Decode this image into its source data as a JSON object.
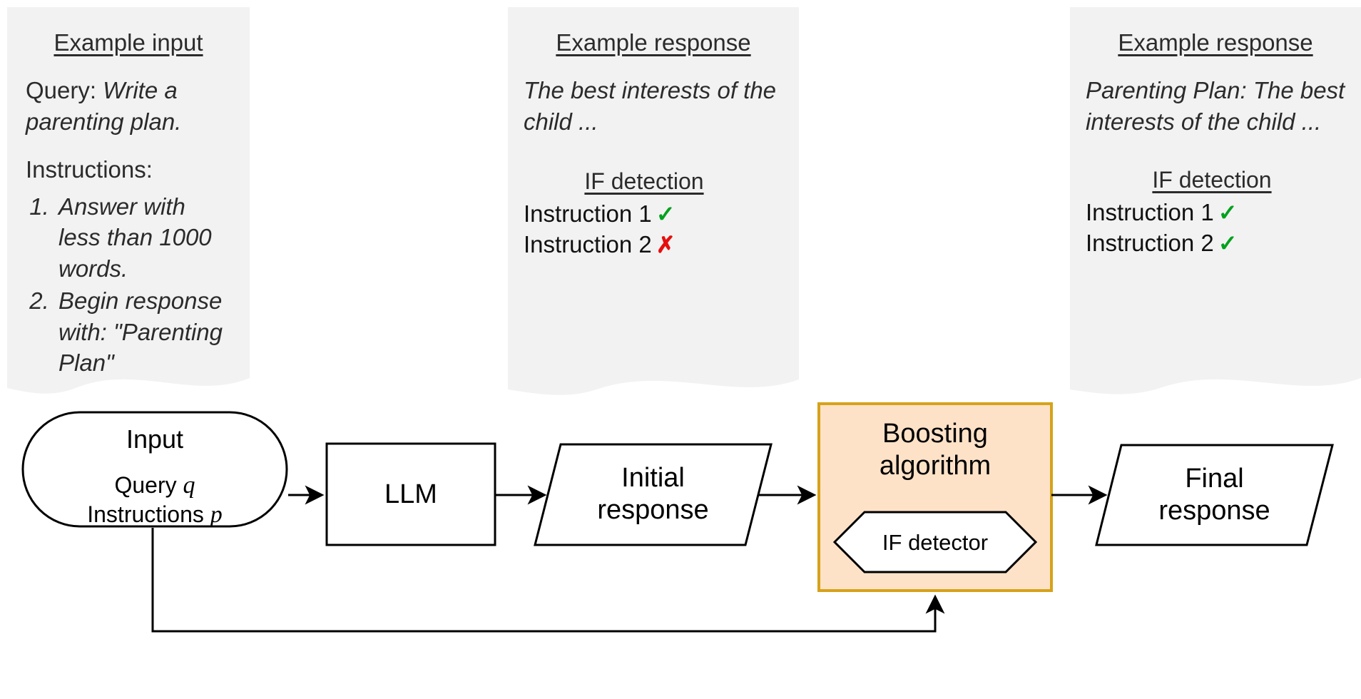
{
  "panels": [
    {
      "id": "example-input",
      "title": "Example input",
      "query_label": "Query:",
      "query_text": "Write a parenting plan.",
      "instructions_label": "Instructions:",
      "instructions": [
        "Answer with less than 1000 words.",
        "Begin response with: \"Parenting Plan\""
      ]
    },
    {
      "id": "example-response-initial",
      "title": "Example response",
      "body": "The best interests of the child ...",
      "detection_title": "IF detection",
      "detections": [
        {
          "label": "Instruction 1",
          "mark": "✓",
          "status": "pass"
        },
        {
          "label": "Instruction 2",
          "mark": "✗",
          "status": "fail"
        }
      ]
    },
    {
      "id": "example-response-final",
      "title": "Example response",
      "body": "Parenting Plan: The best interests of the child ...",
      "detection_title": "IF detection",
      "detections": [
        {
          "label": "Instruction 1",
          "mark": "✓",
          "status": "pass"
        },
        {
          "label": "Instruction 2",
          "mark": "✓",
          "status": "pass"
        }
      ]
    }
  ],
  "flow": {
    "input": {
      "title": "Input",
      "query_label": "Query",
      "query_var": "q",
      "instructions_label": "Instructions",
      "instructions_var": "p"
    },
    "llm": {
      "label": "LLM"
    },
    "initial_response": {
      "line1": "Initial",
      "line2": "response"
    },
    "boosting": {
      "line1": "Boosting",
      "line2": "algorithm"
    },
    "if_detector": {
      "label": "IF detector"
    },
    "final_response": {
      "line1": "Final",
      "line2": "response"
    }
  },
  "colors": {
    "panel_fill": "#f2f2f2",
    "boosting_fill": "#fde2c8",
    "boosting_stroke": "#d6a219",
    "pass_green": "#00a11c",
    "fail_red": "#e60f0f",
    "stroke": "#000000",
    "text": "#1b1b1b"
  }
}
